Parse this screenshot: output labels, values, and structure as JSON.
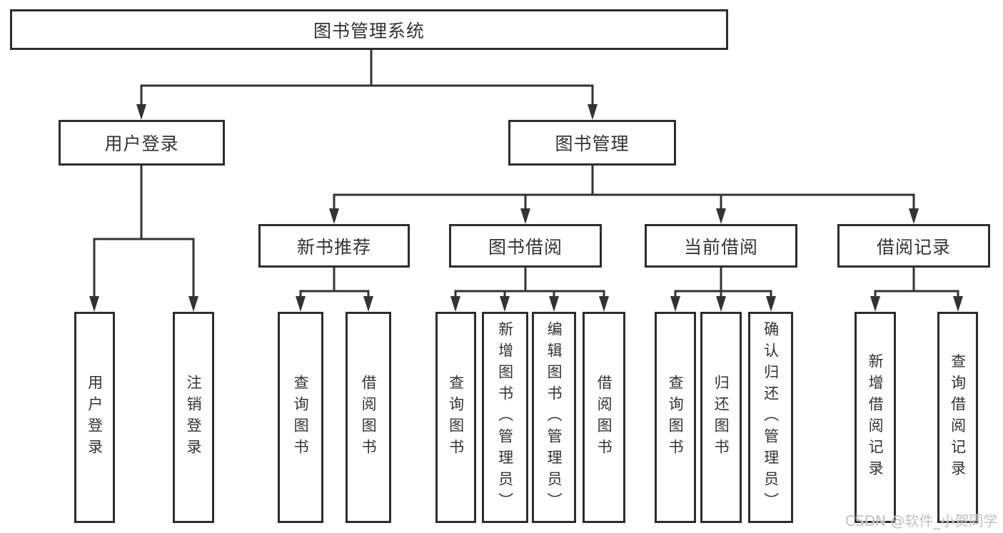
{
  "watermark": {
    "text": "CSDN @软件_小贺同学"
  },
  "colors": {
    "background": "#ffffff",
    "line": "#333333",
    "box_border": "#2d2d2d",
    "text": "#333333",
    "watermark": "#c0c0c0"
  },
  "tree": {
    "root": {
      "label": "图书管理系统"
    },
    "branches": [
      {
        "label": "用户登录",
        "children": [
          {
            "label": "用户登录"
          },
          {
            "label": "注销登录"
          }
        ]
      },
      {
        "label": "图书管理",
        "children": [
          {
            "label": "新书推荐",
            "children": [
              {
                "label": "查询图书"
              },
              {
                "label": "借阅图书"
              }
            ]
          },
          {
            "label": "图书借阅",
            "children": [
              {
                "label": "查询图书"
              },
              {
                "label": "新增图书（管理员）"
              },
              {
                "label": "编辑图书（管理员）"
              },
              {
                "label": "借阅图书"
              }
            ]
          },
          {
            "label": "当前借阅",
            "children": [
              {
                "label": "查询图书"
              },
              {
                "label": "归还图书"
              },
              {
                "label": "确认归还（管理员）"
              }
            ]
          },
          {
            "label": "借阅记录",
            "children": [
              {
                "label": "新增借阅记录"
              },
              {
                "label": "查询借阅记录"
              }
            ]
          }
        ]
      }
    ]
  }
}
